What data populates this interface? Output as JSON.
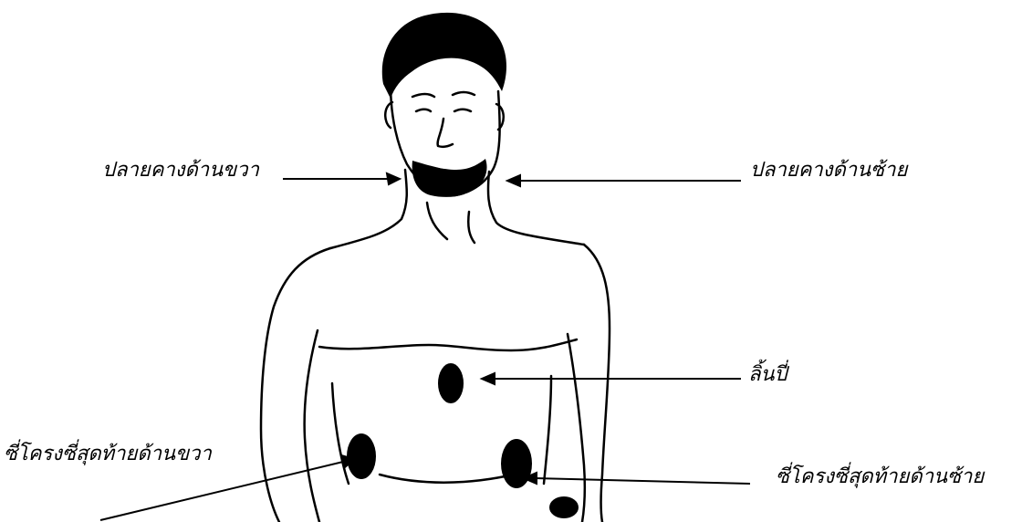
{
  "labels": {
    "right_jaw": "ปลายคางด้านขวา",
    "left_jaw": "ปลายคางด้านซ้าย",
    "xiphoid": "ลิ้นปี่",
    "right_lowest_rib": "ซี่โครงซี่สุดท้ายด้านขวา",
    "left_lowest_rib": "ซี่โครงซี่สุดท้ายด้านซ้าย"
  },
  "colors": {
    "ink": "#000000",
    "background": "#ffffff"
  }
}
